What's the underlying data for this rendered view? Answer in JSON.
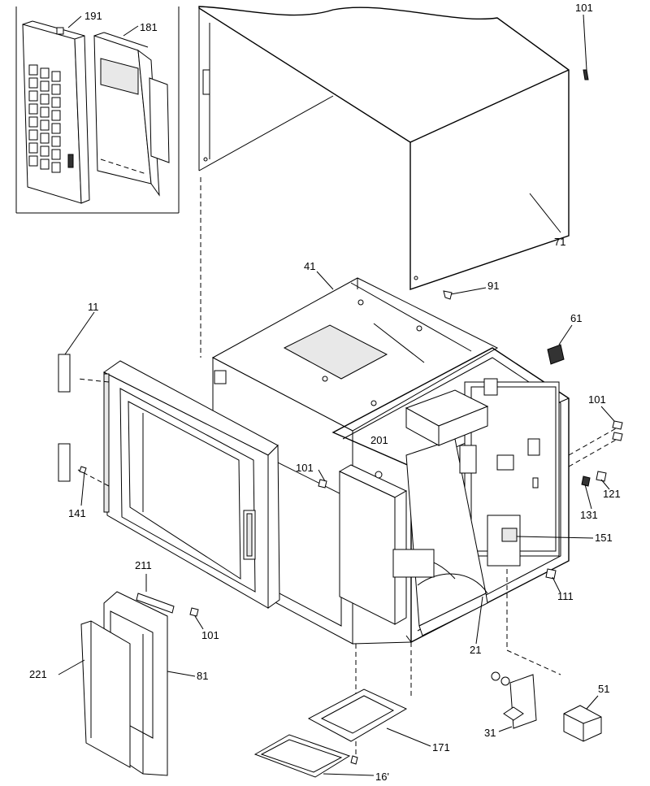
{
  "callouts": [
    {
      "id": "191",
      "label": "191"
    },
    {
      "id": "181",
      "label": "181"
    },
    {
      "id": "101a",
      "label": "101"
    },
    {
      "id": "71",
      "label": "71"
    },
    {
      "id": "41",
      "label": "41"
    },
    {
      "id": "91",
      "label": "91"
    },
    {
      "id": "11",
      "label": "11"
    },
    {
      "id": "61",
      "label": "61"
    },
    {
      "id": "101b",
      "label": "101"
    },
    {
      "id": "201",
      "label": "201"
    },
    {
      "id": "101c",
      "label": "101"
    },
    {
      "id": "141",
      "label": "141"
    },
    {
      "id": "121",
      "label": "121"
    },
    {
      "id": "131",
      "label": "131"
    },
    {
      "id": "151",
      "label": "151"
    },
    {
      "id": "211",
      "label": "211"
    },
    {
      "id": "111",
      "label": "111"
    },
    {
      "id": "101d",
      "label": "101"
    },
    {
      "id": "21",
      "label": "21"
    },
    {
      "id": "221",
      "label": "221"
    },
    {
      "id": "81",
      "label": "81"
    },
    {
      "id": "51",
      "label": "51"
    },
    {
      "id": "31",
      "label": "31"
    },
    {
      "id": "171",
      "label": "171"
    },
    {
      "id": "161",
      "label": "16'"
    }
  ]
}
